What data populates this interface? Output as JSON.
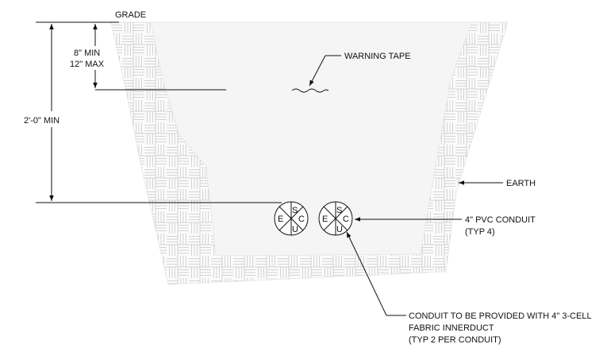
{
  "labels": {
    "grade": "GRADE",
    "min_cover": "8\" MIN",
    "max_cover": "12\" MAX",
    "depth": "2'-0\" MIN",
    "warning_tape": "WARNING TAPE",
    "earth": "EARTH",
    "pvc_line1": "4\" PVC CONDUIT",
    "pvc_line2": "(TYP 4)",
    "innerduct_line1": "CONDUIT TO BE PROVIDED WITH 4\" 3-CELL",
    "innerduct_line2": "FABRIC INNERDUCT",
    "innerduct_line3": "(TYP 2 PER CONDUIT)"
  },
  "conduits": [
    {
      "top": "S",
      "left": "E",
      "right": "C",
      "bottom": "U"
    },
    {
      "top": "S",
      "left": "E",
      "right": "C",
      "bottom": "U"
    }
  ],
  "colors": {
    "line": "#111111",
    "hatch": "#cfcfcf",
    "fill": "#f6f6f6"
  }
}
